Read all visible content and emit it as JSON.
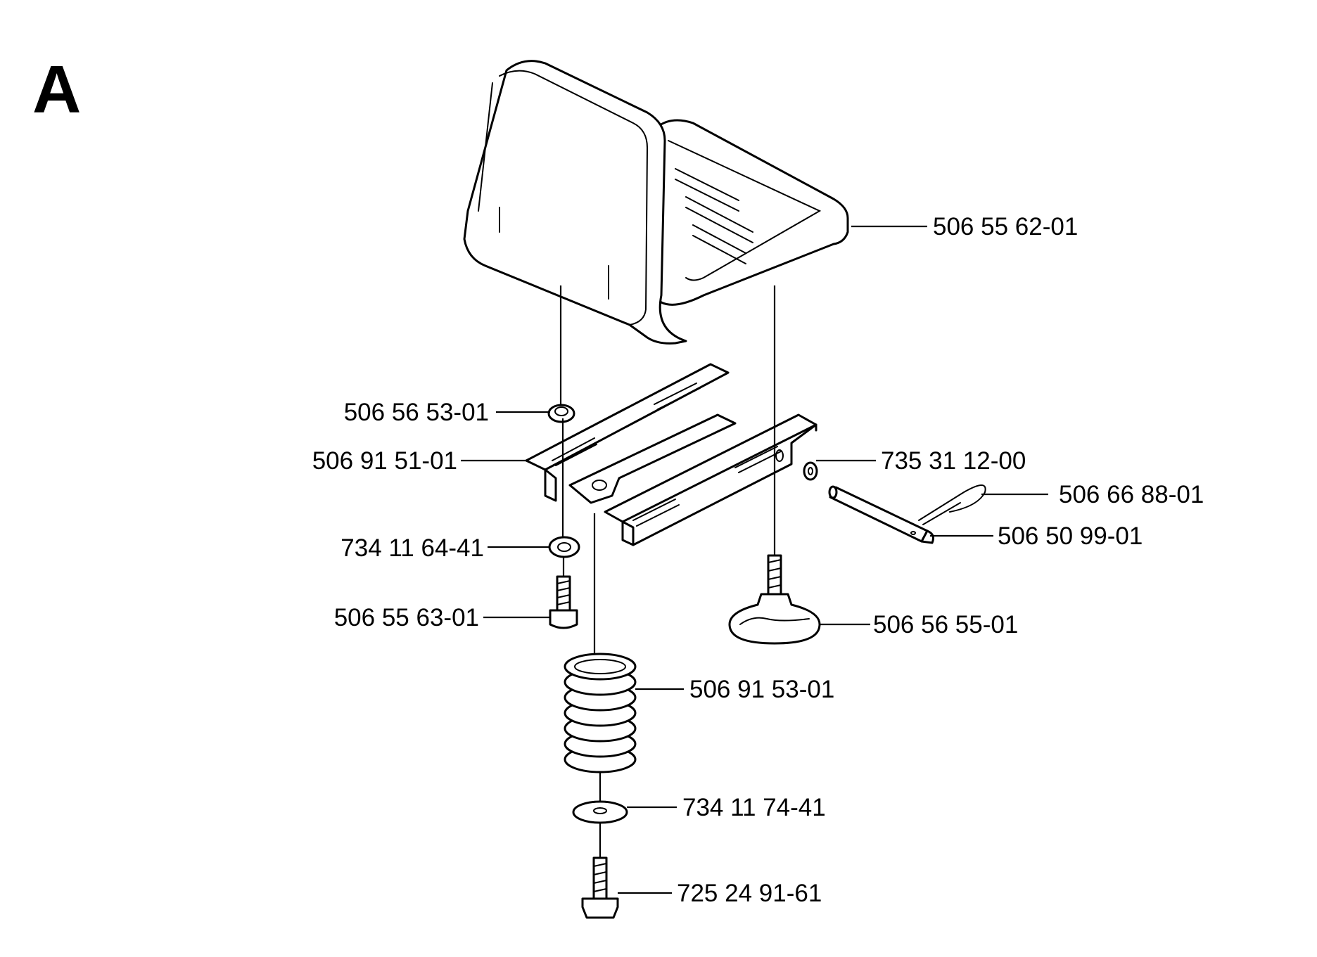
{
  "section_letter": "A",
  "parts": [
    {
      "id": "seat",
      "number": "506 55 62-01"
    },
    {
      "id": "bushing",
      "number": "506 56 53-01"
    },
    {
      "id": "bracket",
      "number": "506 91 51-01"
    },
    {
      "id": "washer-top",
      "number": "734 11 64-41"
    },
    {
      "id": "screw",
      "number": "506 55 63-01"
    },
    {
      "id": "spring",
      "number": "506 91 53-01"
    },
    {
      "id": "washer-large",
      "number": "734 11 74-41"
    },
    {
      "id": "flange-bolt",
      "number": "725 24 91-61"
    },
    {
      "id": "lock-washer",
      "number": "735 31 12-00"
    },
    {
      "id": "hairpin-clip",
      "number": "506 66 88-01"
    },
    {
      "id": "pin",
      "number": "506 50 99-01"
    },
    {
      "id": "knob",
      "number": "506 56 55-01"
    }
  ]
}
